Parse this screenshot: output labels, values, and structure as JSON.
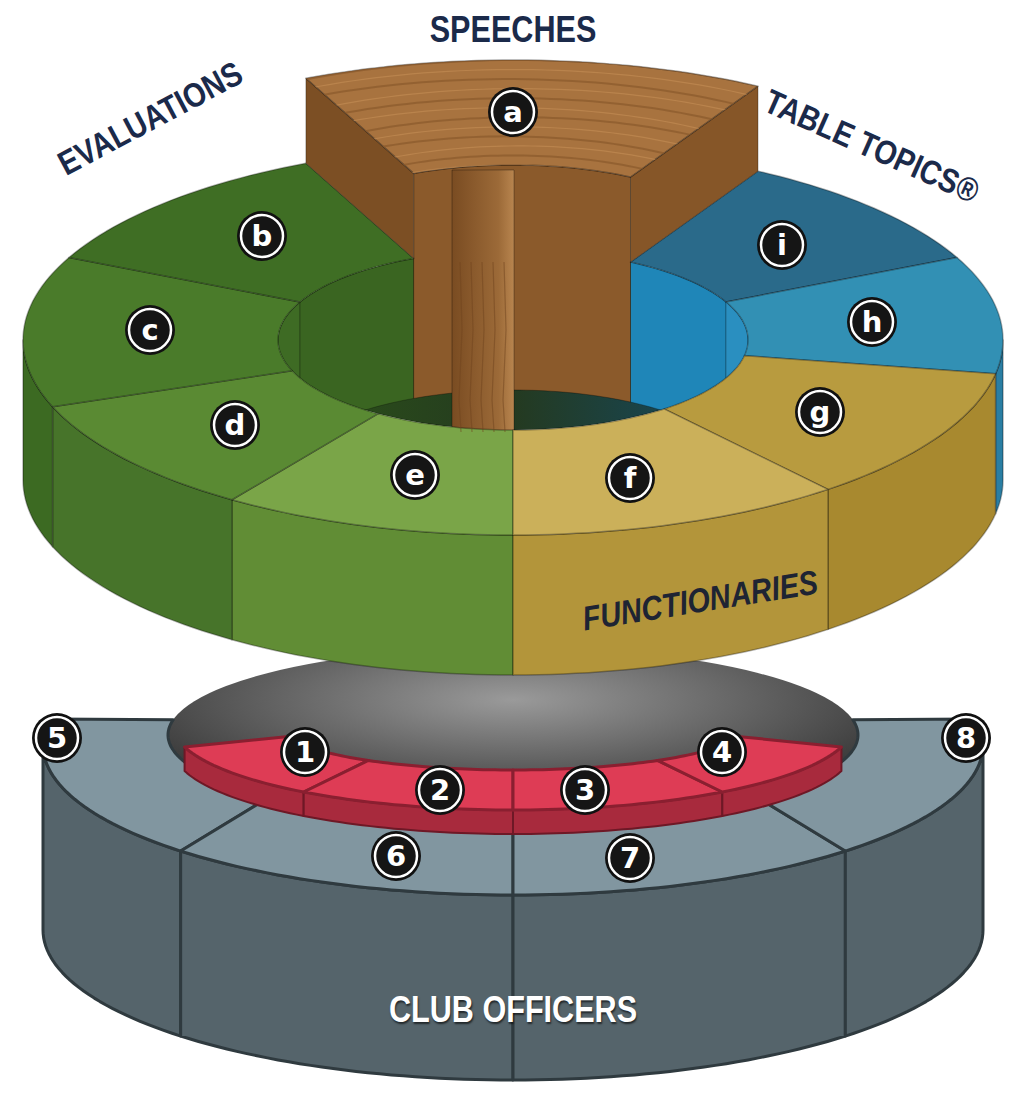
{
  "diagram": {
    "nodes": [
      {
        "text": [
          "a"
        ]
      },
      {
        "text": [
          "b"
        ]
      },
      {
        "text": [
          "c"
        ]
      },
      {
        "text": [
          "d"
        ]
      },
      {
        "text": [
          "e"
        ]
      },
      {
        "text": [
          "f"
        ]
      },
      {
        "text": [
          "g"
        ]
      },
      {
        "text": [
          "h"
        ]
      },
      {
        "text": [
          "i"
        ]
      },
      {
        "text": [
          "1"
        ]
      },
      {
        "text": [
          "2"
        ]
      },
      {
        "text": [
          "3"
        ]
      },
      {
        "text": [
          "4"
        ]
      },
      {
        "text": [
          "5"
        ]
      },
      {
        "text": [
          "6"
        ]
      },
      {
        "text": [
          "7"
        ]
      },
      {
        "text": [
          "8"
        ]
      }
    ],
    "labels": [
      "SPEECHES",
      "EVALUATIONS",
      "TABLE TOPICS®",
      "FUNCTIONARIES",
      "CLUB OFFICERS"
    ]
  }
}
